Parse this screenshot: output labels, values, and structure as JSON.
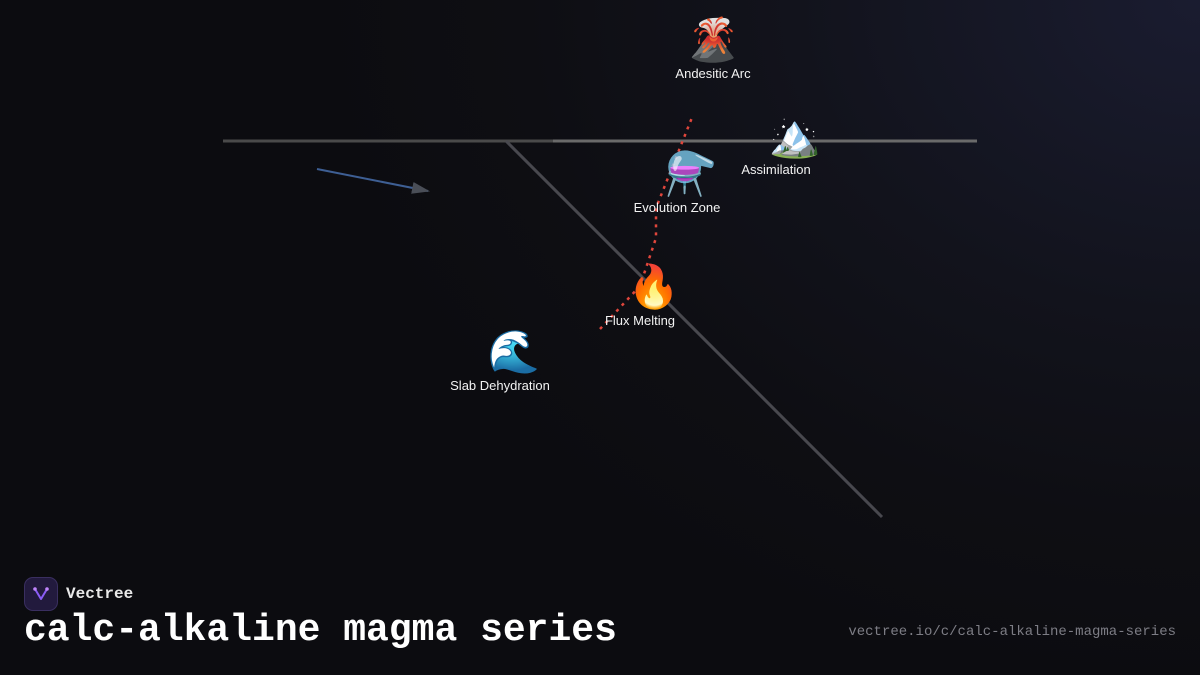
{
  "diagram": {
    "nodes": [
      {
        "id": "andesitic-arc",
        "icon": "volcano-icon",
        "emoji": "🌋",
        "label": "Andesitic Arc"
      },
      {
        "id": "assimilation",
        "icon": "mountain-icon",
        "emoji": "🏔️",
        "label": "Assimilation"
      },
      {
        "id": "evolution-zone",
        "icon": "flask-icon",
        "emoji": "⚗️",
        "label": "Evolution Zone"
      },
      {
        "id": "flux-melting",
        "icon": "fire-icon",
        "emoji": "🔥",
        "label": "Flux Melting"
      },
      {
        "id": "slab-dehydration",
        "icon": "wave-icon",
        "emoji": "🌊",
        "label": "Slab Dehydration"
      }
    ],
    "colors": {
      "surface_line": "#4a4a4a",
      "slab_line": "#4a4a50",
      "magma_path": "#e0463c",
      "arrow": "#3e5f94"
    }
  },
  "footer": {
    "brand_name": "Vectree",
    "title": "calc-alkaline magma series",
    "url": "vectree.io/c/calc-alkaline-magma-series"
  }
}
